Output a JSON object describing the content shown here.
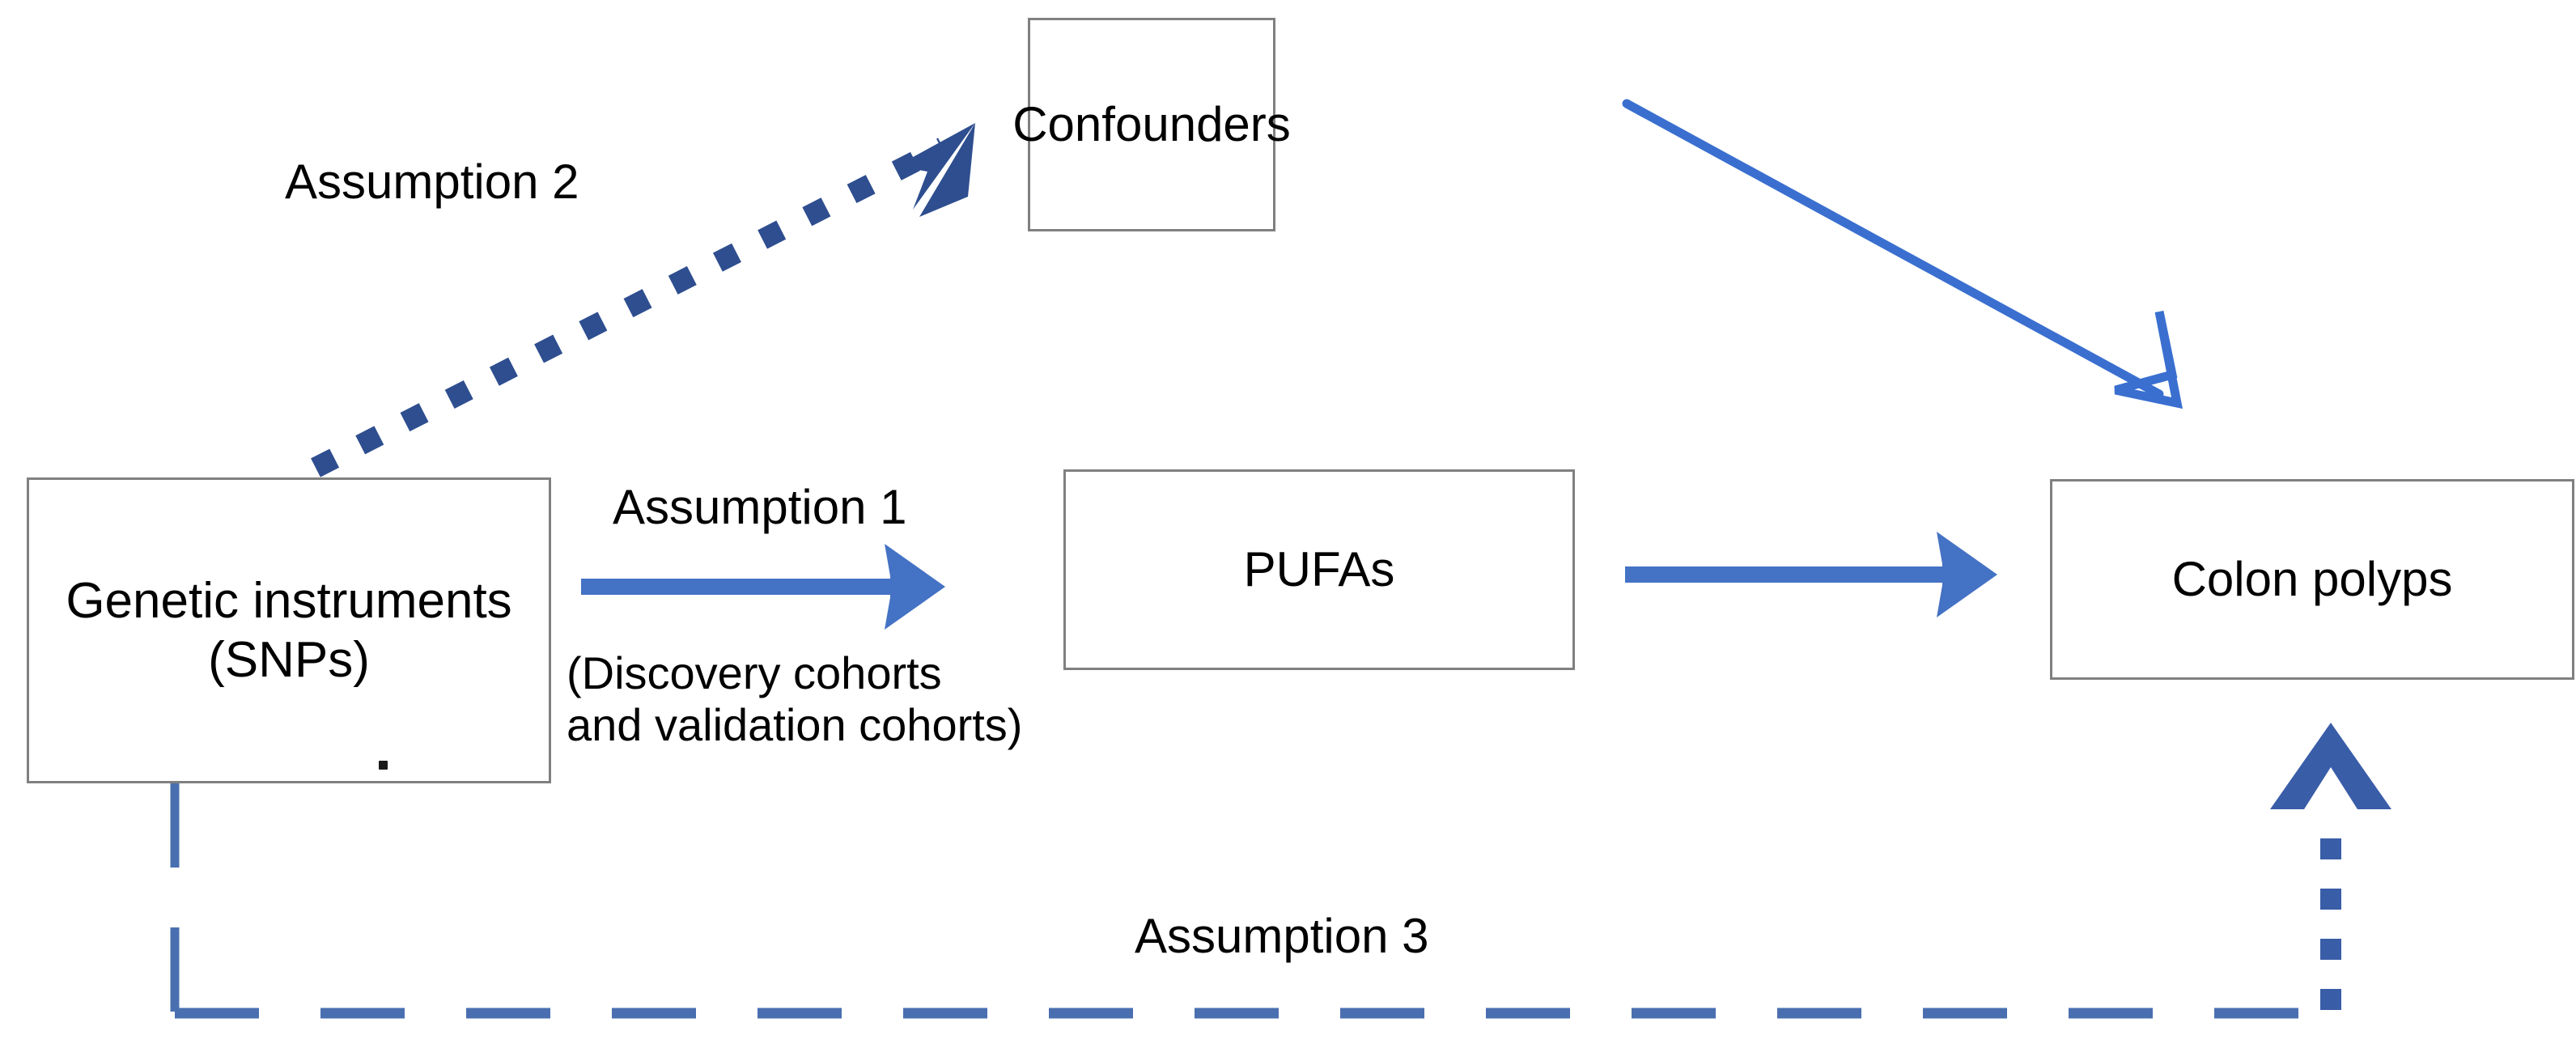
{
  "diagram": {
    "title": "Mendelian randomization assumptions diagram",
    "colors": {
      "box_border": "#808080",
      "solid_arrow": "#4472C4",
      "dotted_arrow": "#2E4E8F",
      "dashed_line": "#4472C4",
      "text": "#000000",
      "background": "#FFFFFF"
    },
    "nodes": [
      {
        "id": "genetic-instruments",
        "label": "Genetic instruments\n(SNPs)"
      },
      {
        "id": "confounders",
        "label": "Confounders"
      },
      {
        "id": "pufas",
        "label": "PUFAs"
      },
      {
        "id": "colon-polyps",
        "label": "Colon polyps"
      }
    ],
    "edge_labels": {
      "assumption_1": "Assumption 1",
      "assumption_1_sub": "(Discovery cohorts\nand validation cohorts)",
      "assumption_2": "Assumption 2",
      "assumption_3": "Assumption 3"
    },
    "edges": [
      {
        "id": "genetic-to-confounders",
        "style": "dotted",
        "from": "genetic-instruments",
        "to": "confounders",
        "label": "Assumption 2"
      },
      {
        "id": "genetic-to-pufas",
        "style": "solid",
        "from": "genetic-instruments",
        "to": "pufas",
        "label": "Assumption 1"
      },
      {
        "id": "pufas-to-colon-polyps",
        "style": "solid",
        "from": "pufas",
        "to": "colon-polyps",
        "label": ""
      },
      {
        "id": "confounders-to-colon-polyps",
        "style": "thin-solid",
        "from": "confounders",
        "to": "colon-polyps",
        "label": ""
      },
      {
        "id": "genetic-to-colon-polyps",
        "style": "dashed",
        "from": "genetic-instruments",
        "to": "colon-polyps",
        "label": "Assumption 3"
      }
    ],
    "stray_mark": "."
  }
}
